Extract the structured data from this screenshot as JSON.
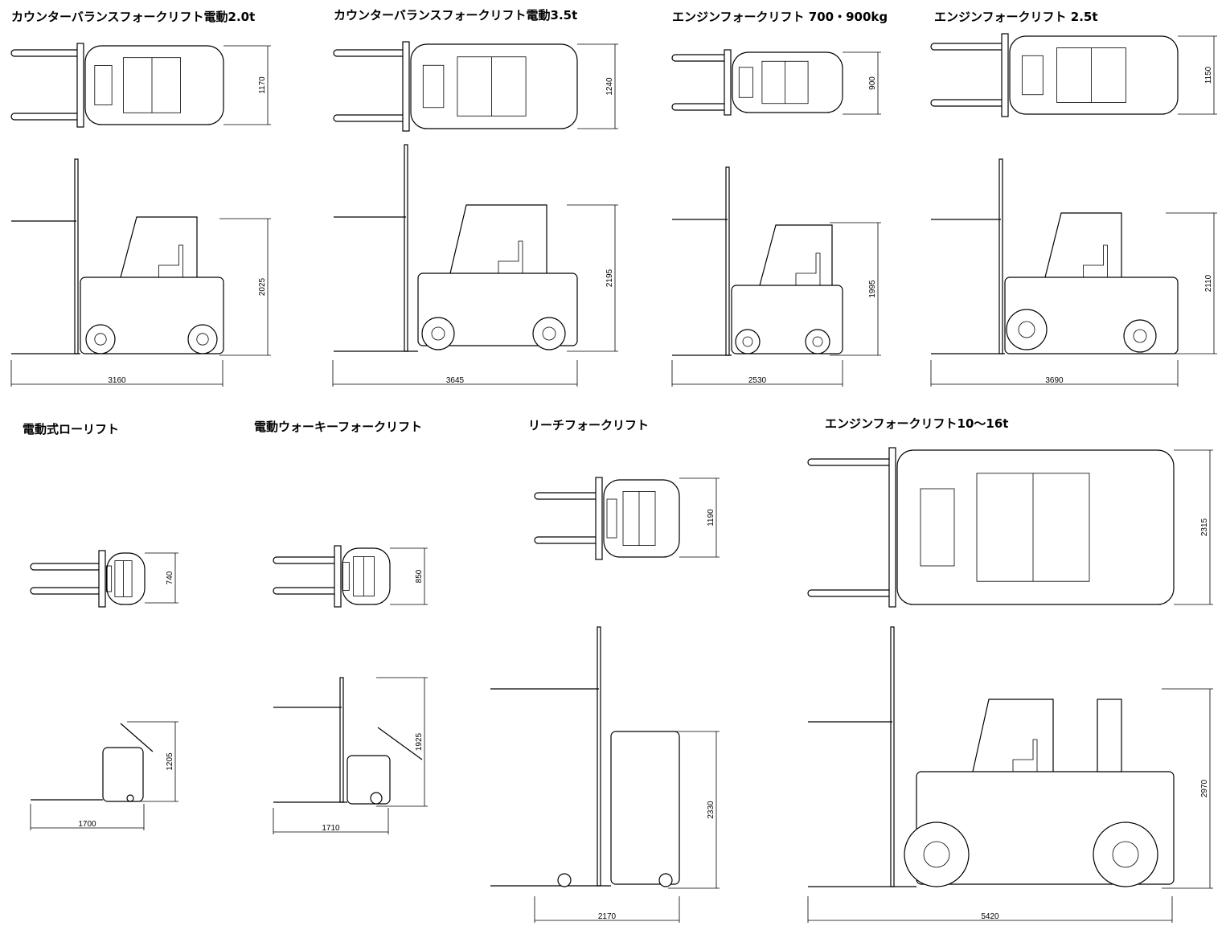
{
  "items": [
    {
      "title": "カウンターバランスフォークリフト電動2.0t",
      "width": "1170",
      "height": "2025",
      "length": "3160"
    },
    {
      "title": "カウンターバランスフォークリフト電動3.5t",
      "width": "1240",
      "height": "2195",
      "length": "3645"
    },
    {
      "title": "エンジンフォークリフト 700・900kg",
      "width": "900",
      "height": "1995",
      "length": "2530"
    },
    {
      "title": "エンジンフォークリフト 2.5t",
      "width": "1150",
      "height": "2110",
      "length": "3690"
    },
    {
      "title": "電動式ローリフト",
      "width": "740",
      "height": "1205",
      "length": "1700"
    },
    {
      "title": "電動ウォーキーフォークリフト",
      "width": "850",
      "height": "1925",
      "length": "1710"
    },
    {
      "title": "リーチフォークリフト",
      "width": "1190",
      "height": "2330",
      "length": "2170"
    },
    {
      "title": "エンジンフォークリフト10〜16t",
      "width": "2315",
      "height": "2970",
      "length": "5420"
    }
  ]
}
